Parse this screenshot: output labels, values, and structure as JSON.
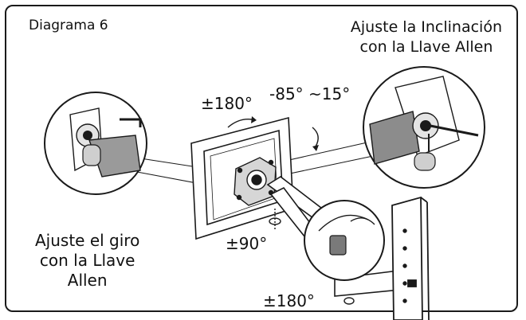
{
  "diagram": {
    "title": "Diagrama 6",
    "tilt_label_line1": "Ajuste la Inclinación",
    "tilt_label_line2": "con la Llave Allen",
    "swivel_label_line1": "Ajuste el giro",
    "swivel_label_line2": "con la Llave",
    "swivel_label_line3": "Allen",
    "rotation_top": "±180°",
    "tilt_range": "-85° ~15°",
    "pan_range": "±90°",
    "rotation_bottom": "±180°"
  },
  "colors": {
    "line": "#1a1a1a",
    "shade": "#8c8c8c",
    "background": "#ffffff"
  }
}
